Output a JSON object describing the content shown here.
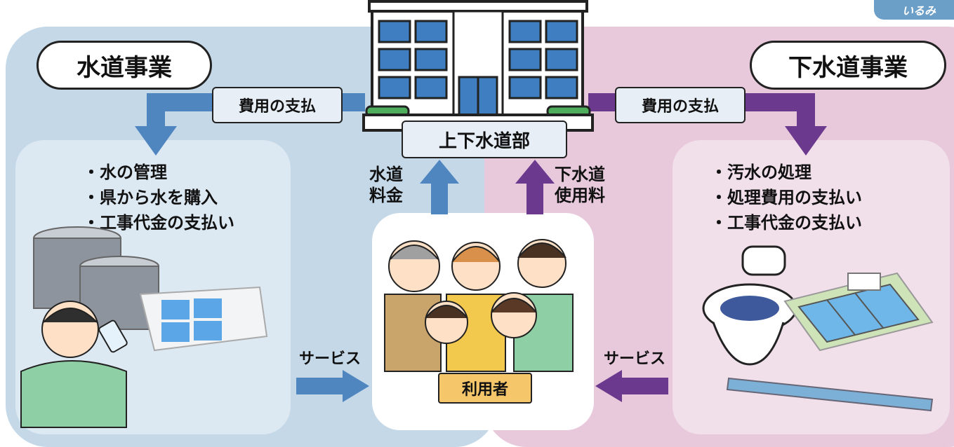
{
  "corner_tag": "いるみ",
  "water": {
    "title": "水道事業",
    "payment_label": "費用の支払",
    "bullets": [
      "・水の管理",
      "・県から水を購入",
      "・工事代金の支払い"
    ],
    "fee_line1": "水道",
    "fee_line2": "料金",
    "service_label": "サービス"
  },
  "sewer": {
    "title": "下水道事業",
    "payment_label": "費用の支払",
    "bullets": [
      "・汚水の処理",
      "・処理費用の支払い",
      "・工事代金の支払い"
    ],
    "fee_line1": "下水道",
    "fee_line2": "使用料",
    "service_label": "サービス"
  },
  "department_label": "上下水道部",
  "users_label": "利用者",
  "colors": {
    "water_arrow": "#4f86c0",
    "sewer_arrow": "#6b3a8e",
    "water_panel": "#c4d8e8",
    "sewer_panel": "#e8c9dc"
  }
}
